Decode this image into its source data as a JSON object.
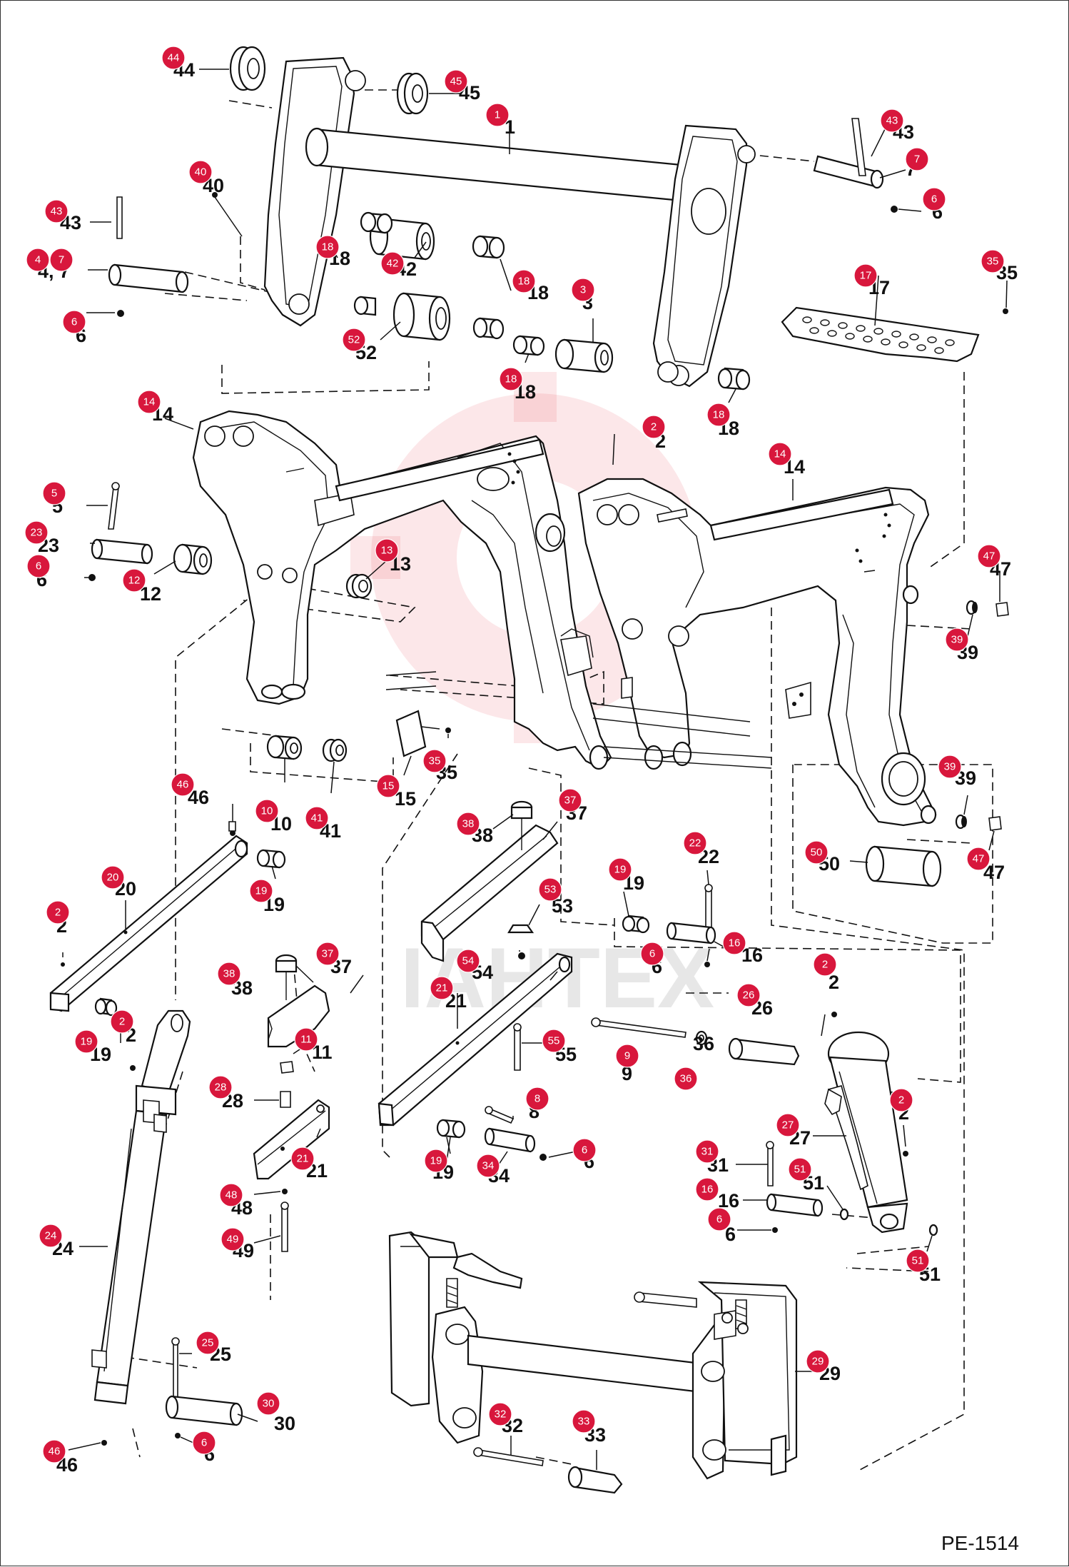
{
  "reference_code": "PE-1514",
  "watermark": "ІАНТЕХ",
  "callouts": [
    {
      "id": "44",
      "label": "44"
    },
    {
      "id": "45",
      "label": "45"
    },
    {
      "id": "1",
      "label": "1"
    },
    {
      "id": "43a",
      "label": "43"
    },
    {
      "id": "7a",
      "label": "7"
    },
    {
      "id": "6a",
      "label": "6"
    },
    {
      "id": "40",
      "label": "40"
    },
    {
      "id": "43b",
      "label": "43"
    },
    {
      "id": "4",
      "label": "4"
    },
    {
      "id": "7b",
      "label": "7"
    },
    {
      "id": "6b",
      "label": "6"
    },
    {
      "id": "18a",
      "label": "18"
    },
    {
      "id": "42",
      "label": "42"
    },
    {
      "id": "18b",
      "label": "18"
    },
    {
      "id": "52",
      "label": "52"
    },
    {
      "id": "3",
      "label": "3"
    },
    {
      "id": "18c",
      "label": "18"
    },
    {
      "id": "18d",
      "label": "18"
    },
    {
      "id": "17",
      "label": "17"
    },
    {
      "id": "35a",
      "label": "35"
    },
    {
      "id": "14a",
      "label": "14"
    },
    {
      "id": "2a",
      "label": "2"
    },
    {
      "id": "14b",
      "label": "14"
    },
    {
      "id": "5",
      "label": "5"
    },
    {
      "id": "23",
      "label": "23"
    },
    {
      "id": "6c",
      "label": "6"
    },
    {
      "id": "12",
      "label": "12"
    },
    {
      "id": "13",
      "label": "13"
    },
    {
      "id": "47a",
      "label": "47"
    },
    {
      "id": "39a",
      "label": "39"
    },
    {
      "id": "35b",
      "label": "35"
    },
    {
      "id": "15",
      "label": "15"
    },
    {
      "id": "10",
      "label": "10"
    },
    {
      "id": "41",
      "label": "41"
    },
    {
      "id": "46a",
      "label": "46"
    },
    {
      "id": "39b",
      "label": "39"
    },
    {
      "id": "47b",
      "label": "47"
    },
    {
      "id": "37a",
      "label": "37"
    },
    {
      "id": "38a",
      "label": "38"
    },
    {
      "id": "22",
      "label": "22"
    },
    {
      "id": "50",
      "label": "50"
    },
    {
      "id": "20",
      "label": "20"
    },
    {
      "id": "19a",
      "label": "19"
    },
    {
      "id": "19b",
      "label": "19"
    },
    {
      "id": "53",
      "label": "53"
    },
    {
      "id": "2b",
      "label": "2"
    },
    {
      "id": "6d",
      "label": "6"
    },
    {
      "id": "16a",
      "label": "16"
    },
    {
      "id": "54",
      "label": "54"
    },
    {
      "id": "38b",
      "label": "38"
    },
    {
      "id": "37b",
      "label": "37"
    },
    {
      "id": "2c",
      "label": "2"
    },
    {
      "id": "21a",
      "label": "21"
    },
    {
      "id": "26",
      "label": "26"
    },
    {
      "id": "19c",
      "label": "19"
    },
    {
      "id": "2d",
      "label": "2"
    },
    {
      "id": "11",
      "label": "11"
    },
    {
      "id": "55",
      "label": "55"
    },
    {
      "id": "9",
      "label": "9"
    },
    {
      "id": "36",
      "label": "36"
    },
    {
      "id": "28",
      "label": "28"
    },
    {
      "id": "8",
      "label": "8"
    },
    {
      "id": "2e",
      "label": "2"
    },
    {
      "id": "27",
      "label": "27"
    },
    {
      "id": "6e",
      "label": "6"
    },
    {
      "id": "21b",
      "label": "21"
    },
    {
      "id": "19d",
      "label": "19"
    },
    {
      "id": "34",
      "label": "34"
    },
    {
      "id": "31a",
      "label": "31"
    },
    {
      "id": "51a",
      "label": "51"
    },
    {
      "id": "48",
      "label": "48"
    },
    {
      "id": "16b",
      "label": "16"
    },
    {
      "id": "6f",
      "label": "6"
    },
    {
      "id": "24",
      "label": "24"
    },
    {
      "id": "49",
      "label": "49"
    },
    {
      "id": "51b",
      "label": "51"
    },
    {
      "id": "25",
      "label": "25"
    },
    {
      "id": "29",
      "label": "29"
    },
    {
      "id": "30",
      "label": "30"
    },
    {
      "id": "32",
      "label": "32"
    },
    {
      "id": "33",
      "label": "33"
    },
    {
      "id": "46b",
      "label": "46"
    },
    {
      "id": "6g",
      "label": "6"
    }
  ],
  "part_numbers": [
    {
      "id": "44",
      "label": "44"
    },
    {
      "id": "45",
      "label": "45"
    },
    {
      "id": "1",
      "label": "1"
    },
    {
      "id": "43a",
      "label": "43"
    },
    {
      "id": "7a",
      "label": "7"
    },
    {
      "id": "6a",
      "label": "6"
    },
    {
      "id": "40",
      "label": "40"
    },
    {
      "id": "43b",
      "label": "43"
    },
    {
      "id": "4-7",
      "label": "4, 7"
    },
    {
      "id": "6b",
      "label": "6"
    },
    {
      "id": "18a",
      "label": "18"
    },
    {
      "id": "42",
      "label": "42"
    },
    {
      "id": "18b",
      "label": "18"
    },
    {
      "id": "52",
      "label": "52"
    },
    {
      "id": "3",
      "label": "3"
    },
    {
      "id": "18c",
      "label": "18"
    },
    {
      "id": "18d",
      "label": "18"
    },
    {
      "id": "17",
      "label": "17"
    },
    {
      "id": "35a",
      "label": "35"
    },
    {
      "id": "14a",
      "label": "14"
    },
    {
      "id": "2a",
      "label": "2"
    },
    {
      "id": "14b",
      "label": "14"
    },
    {
      "id": "5",
      "label": "5"
    },
    {
      "id": "23",
      "label": "23"
    },
    {
      "id": "6c",
      "label": "6"
    },
    {
      "id": "12",
      "label": "12"
    },
    {
      "id": "13",
      "label": "13"
    },
    {
      "id": "47a",
      "label": "47"
    },
    {
      "id": "39a",
      "label": "39"
    },
    {
      "id": "35b",
      "label": "35"
    },
    {
      "id": "15",
      "label": "15"
    },
    {
      "id": "10",
      "label": "10"
    },
    {
      "id": "41",
      "label": "41"
    },
    {
      "id": "46a",
      "label": "46"
    },
    {
      "id": "39b",
      "label": "39"
    },
    {
      "id": "47b",
      "label": "47"
    },
    {
      "id": "37a",
      "label": "37"
    },
    {
      "id": "38a",
      "label": "38"
    },
    {
      "id": "22",
      "label": "22"
    },
    {
      "id": "50",
      "label": "50"
    },
    {
      "id": "20",
      "label": "20"
    },
    {
      "id": "19a",
      "label": "19"
    },
    {
      "id": "19b",
      "label": "19"
    },
    {
      "id": "53",
      "label": "53"
    },
    {
      "id": "2b",
      "label": "2"
    },
    {
      "id": "6d",
      "label": "6"
    },
    {
      "id": "16a",
      "label": "16"
    },
    {
      "id": "54",
      "label": "54"
    },
    {
      "id": "38b",
      "label": "38"
    },
    {
      "id": "37b",
      "label": "37"
    },
    {
      "id": "2c",
      "label": "2"
    },
    {
      "id": "21a",
      "label": "21"
    },
    {
      "id": "26",
      "label": "26"
    },
    {
      "id": "19c",
      "label": "19"
    },
    {
      "id": "2d",
      "label": "2"
    },
    {
      "id": "11",
      "label": "11"
    },
    {
      "id": "55",
      "label": "55"
    },
    {
      "id": "9",
      "label": "9"
    },
    {
      "id": "36",
      "label": "36"
    },
    {
      "id": "28",
      "label": "28"
    },
    {
      "id": "8",
      "label": "8"
    },
    {
      "id": "2e",
      "label": "2"
    },
    {
      "id": "27",
      "label": "27"
    },
    {
      "id": "6e",
      "label": "6"
    },
    {
      "id": "21b",
      "label": "21"
    },
    {
      "id": "19d",
      "label": "19"
    },
    {
      "id": "34",
      "label": "34"
    },
    {
      "id": "31a",
      "label": "31"
    },
    {
      "id": "51a",
      "label": "51"
    },
    {
      "id": "48",
      "label": "48"
    },
    {
      "id": "16b",
      "label": "16"
    },
    {
      "id": "6f",
      "label": "6"
    },
    {
      "id": "24",
      "label": "24"
    },
    {
      "id": "49",
      "label": "49"
    },
    {
      "id": "51b",
      "label": "51"
    },
    {
      "id": "25",
      "label": "25"
    },
    {
      "id": "29",
      "label": "29"
    },
    {
      "id": "30",
      "label": "30"
    },
    {
      "id": "32",
      "label": "32"
    },
    {
      "id": "33",
      "label": "33"
    },
    {
      "id": "46b",
      "label": "46"
    },
    {
      "id": "6g",
      "label": "6"
    }
  ],
  "colors": {
    "badge": "#d8173c",
    "badge_text": "#ffffff",
    "line": "#111111",
    "background": "#ffffff",
    "watermark": "#e63946"
  }
}
